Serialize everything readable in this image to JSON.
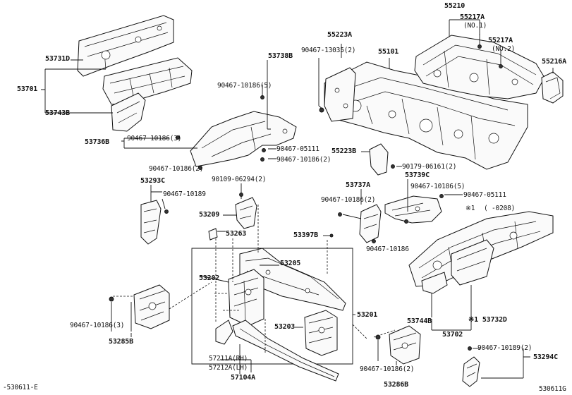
{
  "labels": {
    "p55210": "55210",
    "p55217a_no1_num": "55217A",
    "p55217a_no1_tag": "(NO.1)",
    "p55217a_no2_num": "55217A",
    "p55217a_no2_tag": "(NO.2)",
    "p55216a": "55216A",
    "p55223a": "55223A",
    "p90467_13035": "90467-13035(2)",
    "p55101": "55101",
    "p53731d": "53731D",
    "p53738b": "53738B",
    "p90467_10186_5a": "90467-10186(5)",
    "p53701": "53701",
    "p53743b": "53743B",
    "p53736b": "53736B",
    "p90467_10186_3a": "90467-10186(3)",
    "p90467_05111a": "90467-05111",
    "p90467_10186_2a": "90467-10186(2)",
    "p90467_10186_2b": "90467-10186(2)",
    "p55223b": "55223B",
    "p90179_06161": "90179-06161(2)",
    "p53293c": "53293C",
    "p90109_06294": "90109-06294(2)",
    "p90467_10189": "90467-10189",
    "p53209": "53209",
    "p53739c": "53739C",
    "p53737a": "53737A",
    "p90467_10186_5b": "90467-10186(5)",
    "p90467_10186_2c": "90467-10186(2)",
    "p90467_05111b": "90467-05111",
    "note_mark": "※1",
    "note_text": "(   -0208)",
    "p53263": "53263",
    "p53397b": "53397B",
    "p90467_10186_1": "90467-10186",
    "p53205": "53205",
    "p53202": "53202",
    "p53201": "53201",
    "p90467_10186_3b": "90467-10186(3)",
    "p53203": "53203",
    "p53744b": "53744B",
    "p53732d": "※1 53732D",
    "p53702": "53702",
    "p53285b": "53285B",
    "p57211a": "57211A(RH)",
    "p57212a": "57212A(LH)",
    "p57104a": "57104A",
    "p90467_10186_2d": "90467-10186(2)",
    "p53286b": "53286B",
    "p90467_10189_2": "90467-10189(2)",
    "p53294c": "53294C",
    "footer_left": "-530611-E",
    "footer_right": "530611G"
  }
}
